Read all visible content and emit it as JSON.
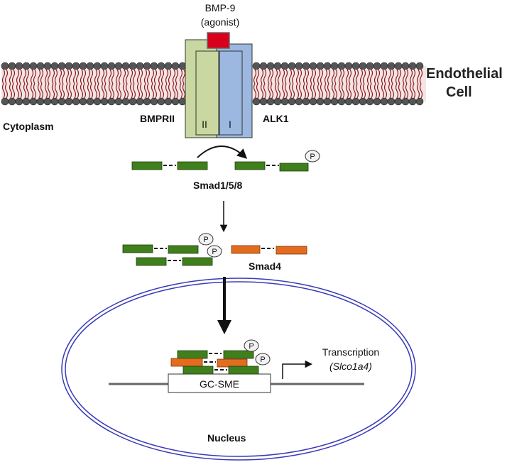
{
  "diagram": {
    "ligand": {
      "line1": "BMP-9",
      "line2": "(agonist)"
    },
    "cell_label": {
      "line1": "Endothelial",
      "line2": "Cell"
    },
    "cytoplasm_label": "Cytoplasm",
    "receptor_type2": {
      "name": "BMPRII",
      "roman": "II"
    },
    "receptor_type1": {
      "name": "ALK1",
      "roman": "I"
    },
    "smad_r_label": "Smad1/5/8",
    "smad4_label": "Smad4",
    "phospho_symbol": "P",
    "promoter_element": "GC-SME",
    "transcription": {
      "line1": "Transcription",
      "line2": "(Slco1a4)"
    },
    "nucleus_label": "Nucleus"
  },
  "colors": {
    "smad_r": "#3f7f1c",
    "smad4": "#e36c1f",
    "receptor_type2": "#c8d8a0",
    "receptor_type1": "#9cb8e0",
    "ligand": "#d9001b",
    "nucleus_outline": "#3a3ab8",
    "membrane_head": "#555555",
    "membrane_tail": "#8b1a1a"
  }
}
